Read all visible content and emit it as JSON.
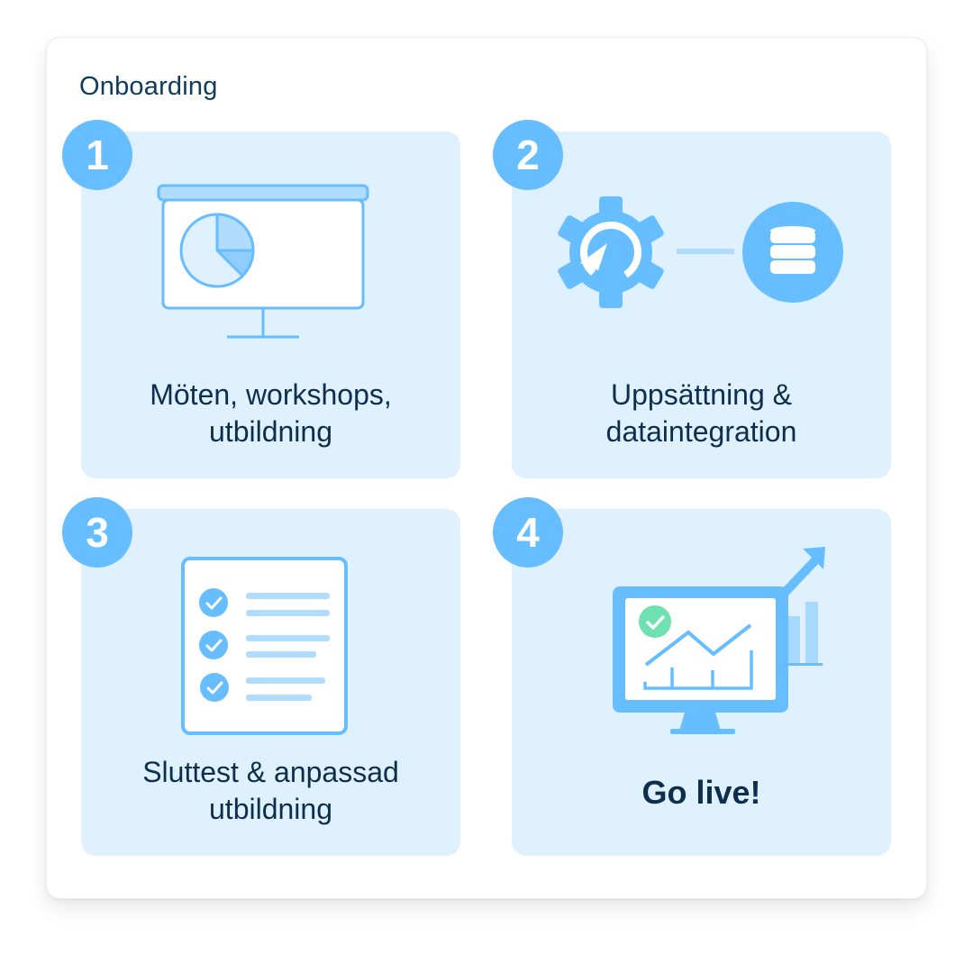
{
  "title": "Onboarding",
  "colors": {
    "accent": "#66bdff",
    "light_accent": "#b0dcfd",
    "tile_bg": "#dff0fe",
    "text": "#0d2f4d",
    "success": "#6ee0b1"
  },
  "steps": [
    {
      "number": "1",
      "icon": "presentation-screen-pie-chart-icon",
      "line1": "Möten, workshops,",
      "line2": "utbildning"
    },
    {
      "number": "2",
      "icon": "gear-database-integration-icon",
      "line1": "Uppsättning &",
      "line2": "dataintegration"
    },
    {
      "number": "3",
      "icon": "checklist-icon",
      "line1": "Sluttest & anpassad",
      "line2": "utbildning"
    },
    {
      "number": "4",
      "icon": "monitor-growth-chart-icon",
      "line1": "Go live!"
    }
  ]
}
